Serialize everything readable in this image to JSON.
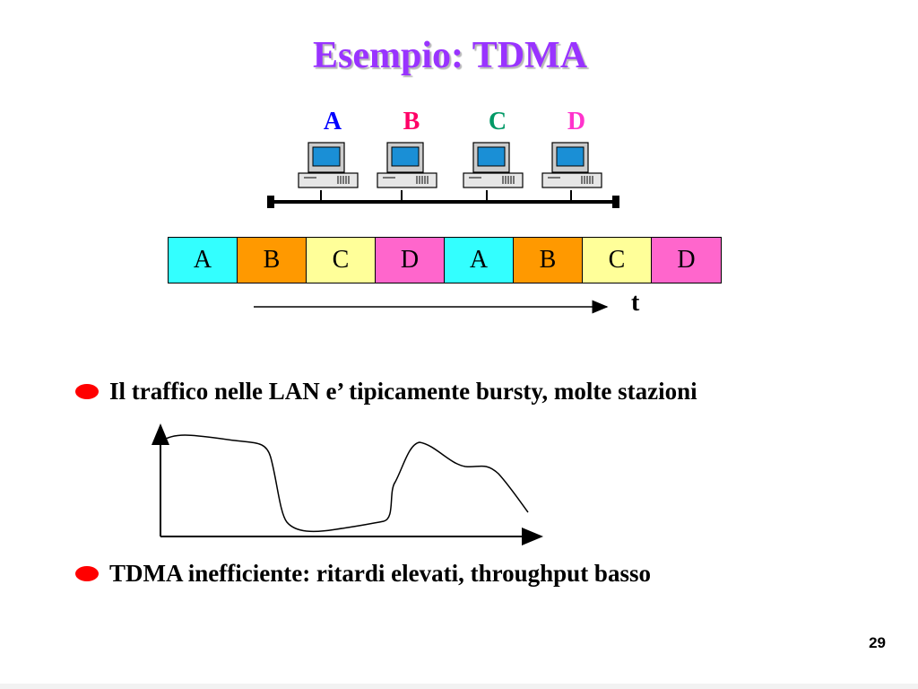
{
  "slide": {
    "title": "Esempio: TDMA",
    "title_color": "#9933ff",
    "page_number": "29"
  },
  "stations": [
    {
      "label": "A",
      "color": "#0000ff"
    },
    {
      "label": "B",
      "color": "#ff0066"
    },
    {
      "label": "C",
      "color": "#009966"
    },
    {
      "label": "D",
      "color": "#ff33cc"
    }
  ],
  "tdma_frame": {
    "slots": [
      {
        "label": "A",
        "color": "#33ffff"
      },
      {
        "label": "B",
        "color": "#ff9900"
      },
      {
        "label": "C",
        "color": "#ffff99"
      },
      {
        "label": "D",
        "color": "#ff66cc"
      },
      {
        "label": "A",
        "color": "#33ffff"
      },
      {
        "label": "B",
        "color": "#ff9900"
      },
      {
        "label": "C",
        "color": "#ffff99"
      },
      {
        "label": "D",
        "color": "#ff66cc"
      }
    ],
    "time_axis_label": "t"
  },
  "bullets": [
    {
      "text": "Il traffico nelle LAN e’ tipicamente bursty, molte stazioni",
      "bullet_color": "#ff0000"
    },
    {
      "text": "TDMA  inefficiente: ritardi elevati, throughput basso",
      "bullet_color": "#ff0000"
    }
  ],
  "icons": {
    "computer": "desktop-computer-icon",
    "bullet": "red-oval-bullet"
  }
}
